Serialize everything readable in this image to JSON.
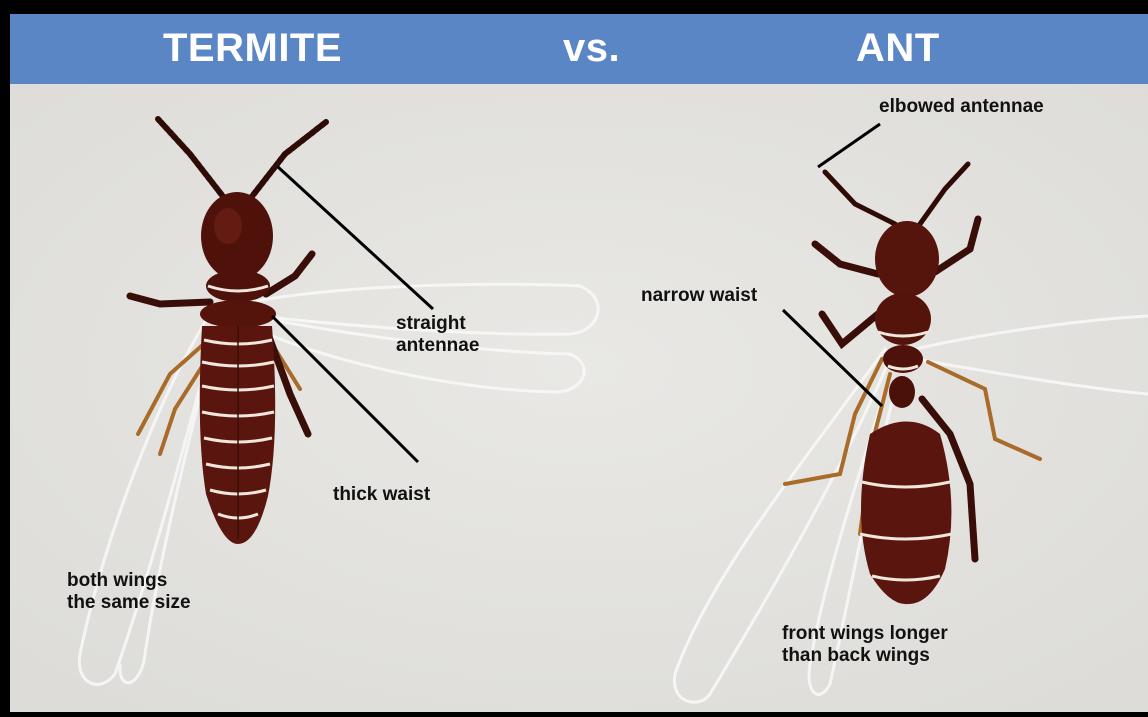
{
  "header": {
    "left": "TERMITE",
    "middle": "vs.",
    "right": "ANT",
    "background": "#5b86c6"
  },
  "labels": {
    "straight_antennae": "straight\nantennae",
    "thick_waist": "thick waist",
    "both_wings": "both wings\nthe same size",
    "elbowed_antennae": "elbowed antennae",
    "narrow_waist": "narrow waist",
    "front_wings": "front wings longer\nthan back wings"
  },
  "colors": {
    "body": "#5a150e",
    "body_light": "#7a2418",
    "leg_amber": "#b0742e",
    "wing_outline": "#f6f6f6"
  }
}
